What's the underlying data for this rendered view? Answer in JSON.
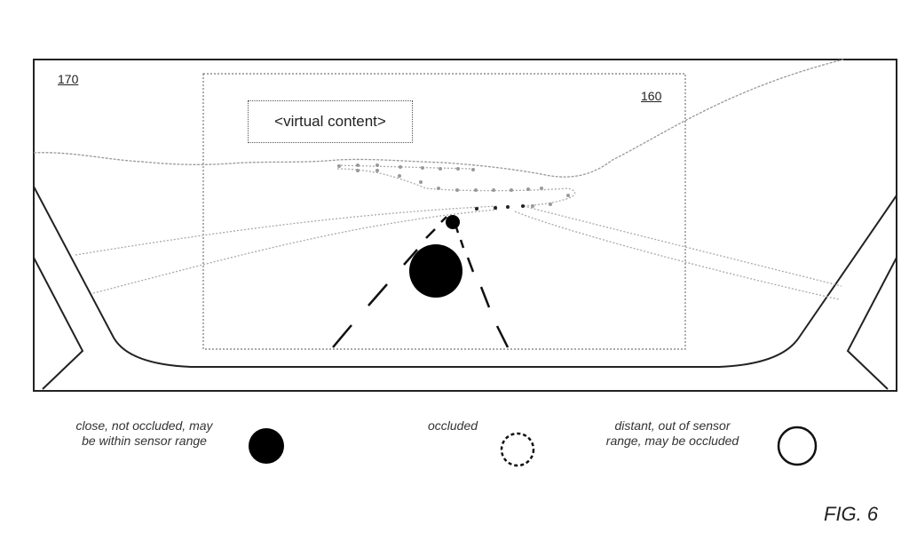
{
  "figure": {
    "label": "FIG. 6",
    "view_ref": "170",
    "display_ref": "160",
    "virtual_content": "<virtual content>"
  },
  "legend": [
    {
      "text_line1": "close, not occluded, may",
      "text_line2": "be within sensor range",
      "marker": "filled-circle"
    },
    {
      "text_line1": "occluded",
      "text_line2": "",
      "marker": "dashed-circle"
    },
    {
      "text_line1": "distant, out of sensor",
      "text_line2": "range, may be occluded",
      "marker": "open-circle"
    }
  ]
}
